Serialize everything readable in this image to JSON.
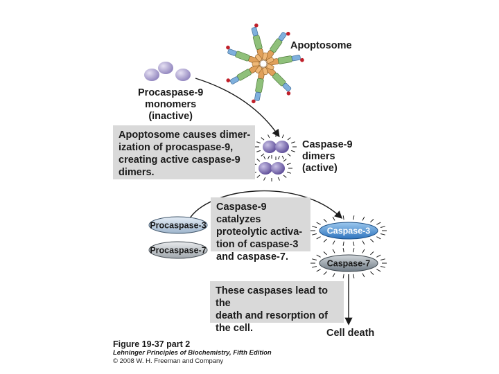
{
  "labels": {
    "apoptosome": "Apoptosome",
    "procaspase9": "Procaspase-9\nmonomers\n(inactive)",
    "caspase9_dimers": "Caspase-9\ndimers\n(active)",
    "cell_death": "Cell death"
  },
  "boxes": {
    "dimerization": "Apoptosome causes dimer-\nization of procaspase-9,\ncreating active caspase-9\ndimers.",
    "activation": "Caspase-9 catalyzes\nproteolytic activa-\ntion of caspase-3\nand caspase-7.",
    "death": "These caspases lead to the\ndeath and resorption of\nthe cell."
  },
  "ovals": {
    "procaspase3": "Procaspase-3",
    "procaspase7": "Procaspase-7",
    "caspase3": "Caspase-3",
    "caspase7": "Caspase-7"
  },
  "caption": {
    "figure": "Figure 19-37 part 2",
    "book": "Lehninger Principles of Biochemistry, Fifth Edition",
    "copyright": "© 2008 W. H. Freeman and Company"
  },
  "colors": {
    "sphere": "#a79ccc",
    "dimer": "#7b6bb2",
    "spoke_orange": "#e0a05a",
    "spoke_green": "#8fc07a",
    "spoke_blue": "#7fb0dd",
    "red_dot": "#c0202a",
    "caspase3": "#3f86cc",
    "caspase7": "#8c97a0",
    "procaspase3": "#b7c9dc",
    "procaspase7": "#b9bfc4",
    "box_gray": "#d9d9d9"
  }
}
